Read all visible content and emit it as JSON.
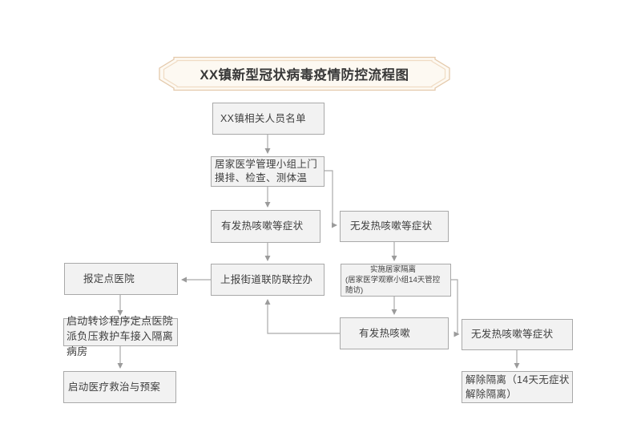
{
  "title_banner": {
    "text": "XX镇新型冠状病毒疫情防控流程图",
    "fill": "#fdf9f2",
    "border_outer": "#e4c9ab",
    "border_inner": "#f0dcc4"
  },
  "flowchart": {
    "box_fill": "#f2f2f2",
    "box_border": "#a9a9a9",
    "line_color": "#aaaaaa",
    "arrow_color": "#9b9b9b",
    "text_color": "#3f3f3f",
    "nodes": {
      "roster": {
        "label": "XX镇相关人员名单"
      },
      "home_visit": {
        "line1": "居家医学管理小组上门",
        "line2": "摸排、检查、测体温"
      },
      "fever_symptoms": {
        "label": "有发热咳嗽等症状"
      },
      "no_fever_symptoms": {
        "label": "无发热咳嗽等症状"
      },
      "report_office": {
        "label": "上报街道联防联控办"
      },
      "designated_hospital": {
        "label": "报定点医院"
      },
      "home_quarantine": {
        "line1": "实施居家隔离",
        "line2": "(居家医学观察小组14天管控随访)"
      },
      "transfer_procedure": {
        "label": "启动转诊程序定点医院派负压救护车接入隔离病房"
      },
      "fever_during_quarantine": {
        "label": "有发热咳嗽"
      },
      "no_fever_during_quarantine": {
        "label": "无发热咳嗽等症状"
      },
      "medical_rescue": {
        "label": "启动医疗救治与预案"
      },
      "release_quarantine": {
        "label": "解除隔离（14天无症状解除隔离）"
      }
    }
  }
}
